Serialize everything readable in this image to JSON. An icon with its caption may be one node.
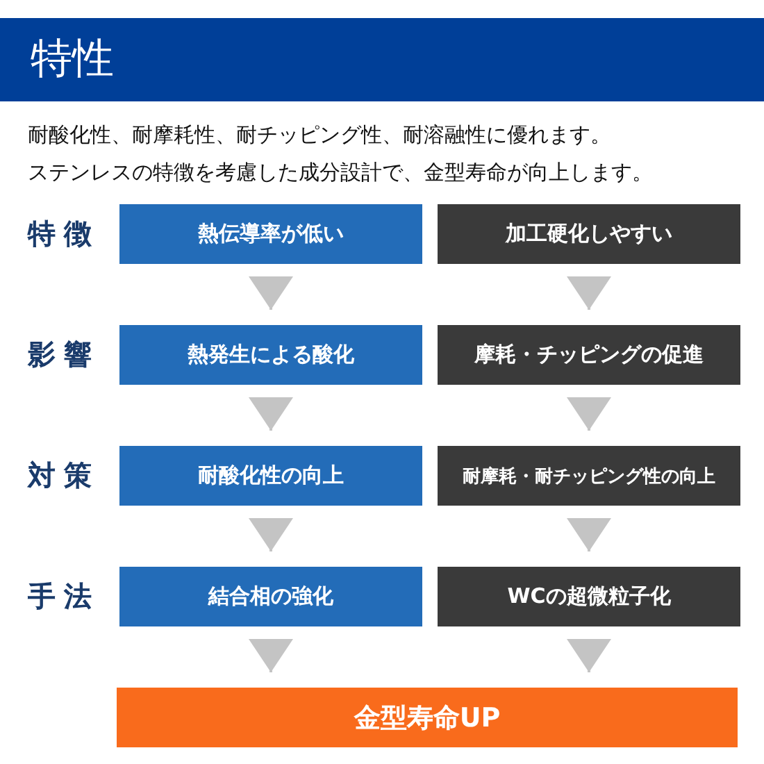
{
  "diagram": {
    "title": "特性",
    "nodes": [
      {
        "text": [
          "熱伝導率が低い"
        ]
      },
      {
        "text": [
          "加工硬化しやすい"
        ]
      },
      {
        "text": [
          "熱発生による酸化"
        ]
      },
      {
        "text": [
          "摩耗・チッピングの促進"
        ]
      },
      {
        "text": [
          "耐酸化性の向上"
        ]
      },
      {
        "text": [
          "耐摩耗・耐チッピング性の向上"
        ]
      },
      {
        "text": [
          "結合相の強化"
        ]
      },
      {
        "text": [
          "WCの超微粒子化"
        ]
      },
      {
        "text": [
          "金型寿命UP"
        ]
      }
    ],
    "edges": [
      {
        "from": 0,
        "to": 2,
        "arrow": "to"
      },
      {
        "from": 1,
        "to": 3,
        "arrow": "to"
      },
      {
        "from": 2,
        "to": 4,
        "arrow": "to"
      },
      {
        "from": 3,
        "to": 5,
        "arrow": "to"
      },
      {
        "from": 4,
        "to": 6,
        "arrow": "to"
      },
      {
        "from": 5,
        "to": 7,
        "arrow": "to"
      },
      {
        "from": 6,
        "to": 8,
        "arrow": "to"
      },
      {
        "from": 7,
        "to": 8,
        "arrow": "to"
      }
    ],
    "labels": [
      "耐酸化性、耐摩耗性、耐チッピング性、耐溶融性に優れます。",
      "ステンレスの特徴を考慮した成分設計で、金型寿命が向上します。",
      "特徴",
      "影響",
      "対策",
      "手法"
    ]
  }
}
